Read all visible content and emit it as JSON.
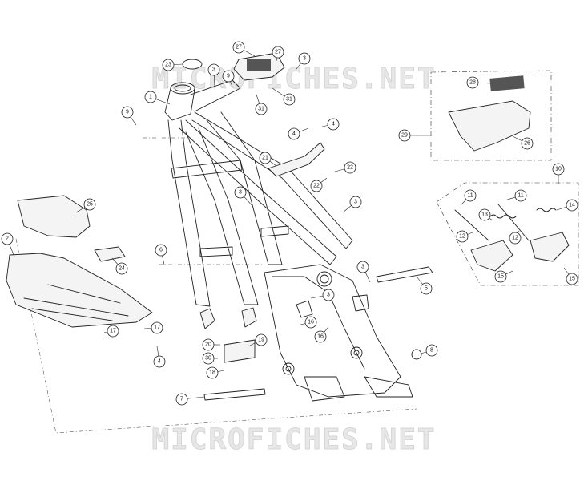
{
  "watermark": {
    "top": "MICROFICHES.NET",
    "bottom": "MICROFICHES.NET"
  },
  "callouts": [
    "1",
    "2",
    "3",
    "4",
    "5",
    "6",
    "7",
    "8",
    "9",
    "10",
    "11",
    "12",
    "13",
    "14",
    "15",
    "16",
    "17",
    "18",
    "19",
    "20",
    "21",
    "22",
    "23",
    "24",
    "25",
    "26",
    "27",
    "28",
    "29",
    "30",
    "31"
  ]
}
